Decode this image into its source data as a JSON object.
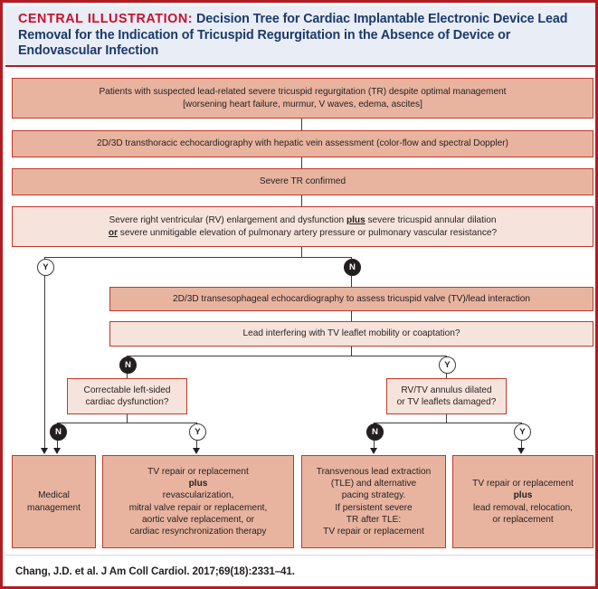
{
  "header": {
    "central_illustration_label": "CENTRAL ILLUSTRATION:",
    "title": " Decision Tree for Cardiac Implantable Electronic Device Lead Removal for the Indication of Tricuspid Regurgitation in the Absence of Device or Endovascular Infection",
    "accent_color": "#c8102e",
    "title_color": "#1b3a6b",
    "background_color": "#e9edf5"
  },
  "colors": {
    "frame_border": "#b01c22",
    "box_border": "#c0392b",
    "box_fill_salmon": "#e8b49f",
    "box_fill_peach": "#f6e4dc",
    "connector": "#3b3b3b",
    "text": "#231f20"
  },
  "diagram": {
    "type": "decision-tree",
    "nodes": {
      "patients": {
        "kind": "process",
        "fill": "salmon",
        "line1": "Patients with suspected lead-related severe tricuspid regurgitation (TR) despite optimal management",
        "line2": "[worsening heart failure, murmur, V waves, edema, ascites]"
      },
      "tte": {
        "kind": "process",
        "fill": "salmon",
        "line1": "2D/3D transthoracic echocardiography with hepatic vein assessment (color-flow and spectral Doppler)"
      },
      "severe_tr": {
        "kind": "process",
        "fill": "salmon",
        "line1": "Severe TR confirmed"
      },
      "question_rv": {
        "kind": "decision",
        "fill": "peach",
        "line1_a": "Severe right ventricular (RV) enlargement and dysfunction ",
        "line1_plus": "plus",
        "line1_b": " severe tricuspid annular dilation",
        "line2_or": "or",
        "line2_b": " severe unmitigable elevation of pulmonary artery pressure or pulmonary vascular resistance?"
      },
      "tee": {
        "kind": "process",
        "fill": "salmon",
        "line1": "2D/3D transesophageal echocardiography to assess tricuspid valve (TV)/lead interaction"
      },
      "question_lead": {
        "kind": "decision",
        "fill": "peach",
        "line1": "Lead interfering with TV leaflet mobility or coaptation?"
      },
      "question_correctable": {
        "kind": "decision",
        "fill": "peach",
        "line1": "Correctable left-sided",
        "line2": "cardiac dysfunction?"
      },
      "question_annulus": {
        "kind": "decision",
        "fill": "peach",
        "line1": "RV/TV annulus dilated",
        "line2": "or TV leaflets damaged?"
      },
      "outcome_medical": {
        "kind": "outcome",
        "fill": "salmon",
        "line1": "Medical",
        "line2": "management"
      },
      "outcome_tv_plus_revasc": {
        "kind": "outcome",
        "fill": "salmon",
        "line1": "TV repair or replacement",
        "line2_plus": "plus",
        "line3": "revascularization,",
        "line4": "mitral valve repair or replacement,",
        "line5": "aortic valve replacement, or",
        "line6": "cardiac resynchronization therapy"
      },
      "outcome_tle": {
        "kind": "outcome",
        "fill": "salmon",
        "line1": "Transvenous lead extraction",
        "line2": "(TLE) and alternative",
        "line3": "pacing strategy.",
        "line4": "If persistent severe",
        "line5": "TR after TLE:",
        "line6": "TV repair or replacement"
      },
      "outcome_tv_plus_lead": {
        "kind": "outcome",
        "fill": "salmon",
        "line1": "TV repair or replacement",
        "line2_plus": "plus",
        "line3": "lead removal, relocation,",
        "line4": "or replacement"
      }
    },
    "branch_labels": {
      "yes": "Y",
      "no": "N"
    },
    "edges": [
      {
        "from": "patients",
        "to": "tte",
        "label": ""
      },
      {
        "from": "tte",
        "to": "severe_tr",
        "label": ""
      },
      {
        "from": "severe_tr",
        "to": "question_rv",
        "label": ""
      },
      {
        "from": "question_rv",
        "to": "outcome_medical",
        "label": "Y"
      },
      {
        "from": "question_rv",
        "to": "tee",
        "label": "N"
      },
      {
        "from": "tee",
        "to": "question_lead",
        "label": ""
      },
      {
        "from": "question_lead",
        "to": "question_correctable",
        "label": "N"
      },
      {
        "from": "question_lead",
        "to": "question_annulus",
        "label": "Y"
      },
      {
        "from": "question_correctable",
        "to": "outcome_medical",
        "label": "N"
      },
      {
        "from": "question_correctable",
        "to": "outcome_tv_plus_revasc",
        "label": "Y"
      },
      {
        "from": "question_annulus",
        "to": "outcome_tle",
        "label": "N"
      },
      {
        "from": "question_annulus",
        "to": "outcome_tv_plus_lead",
        "label": "Y"
      }
    ]
  },
  "citation": "Chang, J.D. et al. J Am Coll Cardiol. 2017;69(18):2331–41."
}
